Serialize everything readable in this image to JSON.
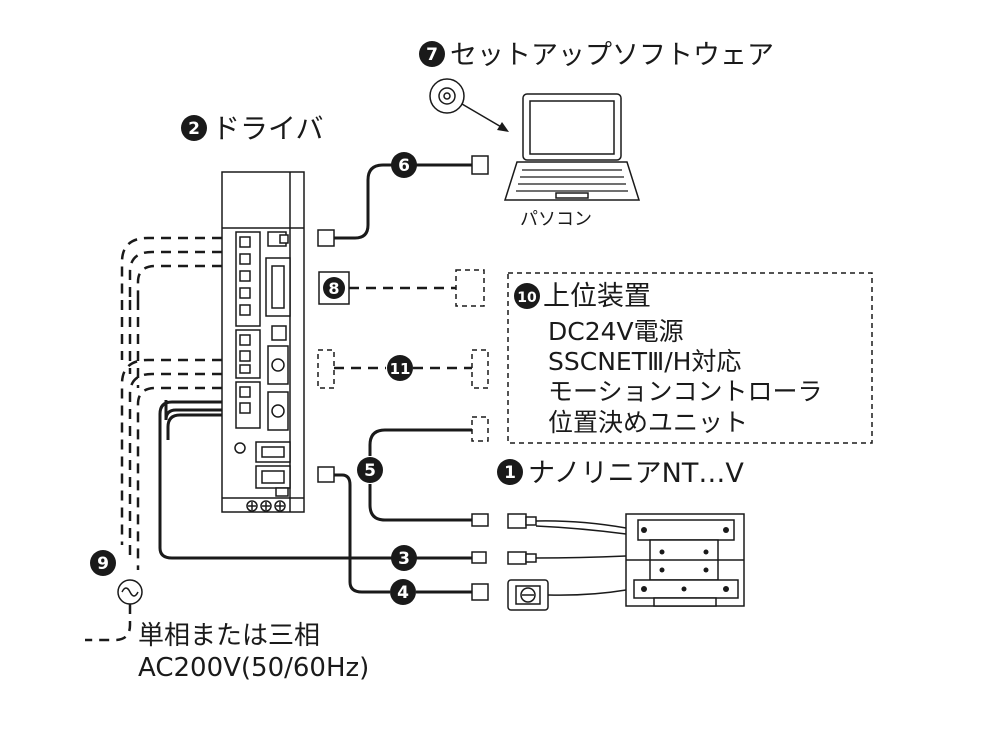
{
  "labels": {
    "linear_unit": "ナノリニアNT…V",
    "driver": "ドライバ",
    "cable_5": "",
    "software": "セットアップソフトウェア",
    "pc": "パソコン",
    "host_title": "上位装置",
    "host_lines": [
      "DC24V電源",
      "SSCNETⅢ/H対応",
      "モーションコントローラ",
      "位置決めユニット"
    ],
    "power_line1": "単相または三相",
    "power_line2": "AC200V(50/60Hz)"
  },
  "badges": {
    "b1": "1",
    "b2": "2",
    "b3": "3",
    "b4": "4",
    "b5": "5",
    "b6": "6",
    "b7": "7",
    "b8": "8",
    "b9": "9",
    "b10": "10",
    "b11": "11"
  }
}
